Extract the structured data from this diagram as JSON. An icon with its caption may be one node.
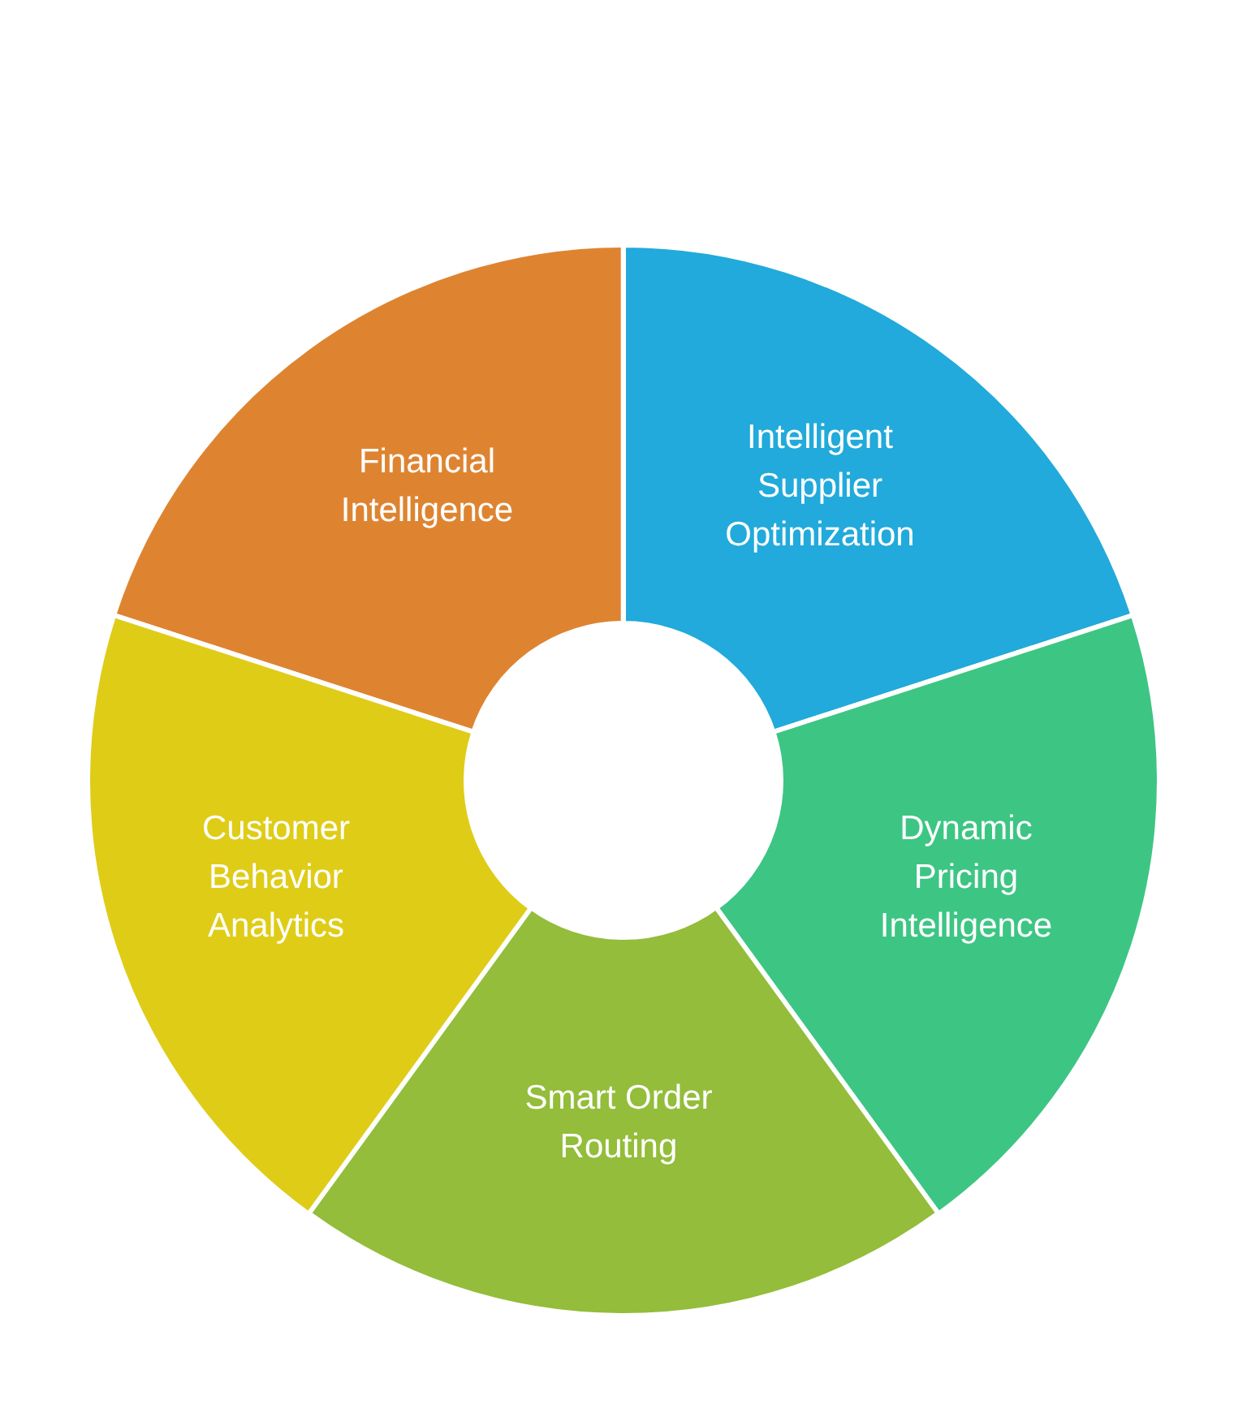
{
  "diagram": {
    "nodes": [
      {
        "text": [
          "Financial Intelligence"
        ]
      },
      {
        "text": [
          "Intelligent Supplier Optimization"
        ]
      },
      {
        "text": [
          "Dynamic Pricing Intelligence"
        ]
      },
      {
        "text": [
          "Smart Order Routing"
        ]
      },
      {
        "text": [
          "Customer Behavior Analytics"
        ]
      }
    ]
  }
}
